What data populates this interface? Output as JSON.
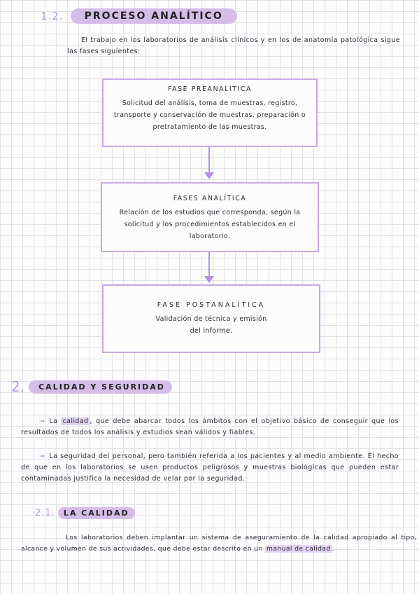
{
  "s12": {
    "num": "1.2.",
    "title": "Proceso analítico",
    "intro": "El trabajo en los laboratorios de análisis clínicos y en los de anatomía patológica sigue las fases siguientes:"
  },
  "phases": [
    {
      "title": "Fase preanalítica",
      "text": "Solicitud del análisis, toma de muestras, registro, transporte y conservación de muestras, preparación o pretratamiento de las muestras."
    },
    {
      "title": "Fases analítica",
      "text": "Relación de los estudios que corresponda, según la solicitud y los procedimientos establecidos en el laboratorio."
    },
    {
      "title": "Fase postanalítica",
      "text": "Validación de técnica y emisión del informe."
    }
  ],
  "s2": {
    "num": "2.",
    "title": "Calidad y seguridad",
    "p1_pre": "La",
    "p1_hl": "calidad",
    "p1_post": ", que debe abarcar todos los ámbitos con el objetivo básico de conseguir que los resultados de todos los análisis y estudios sean válidos y fiables.",
    "p2": "La seguridad del personal, pero también referida a los pacientes y al medio ambiente. El hecho de que en los laboratorios se usen productos peligrosos y muestras biológicas que pueden estar contaminadas justifica la necesidad de velar por la seguridad."
  },
  "s21": {
    "num": "2.1.",
    "title": "La calidad",
    "p_pre": "Los laboratorios deben implantar un sistema de aseguramiento de la calidad apropiado al tipo, alcance y volumen de sus actividades, que debe estar descrito en un",
    "p_hl": "manual de calidad",
    "p_post": "."
  }
}
